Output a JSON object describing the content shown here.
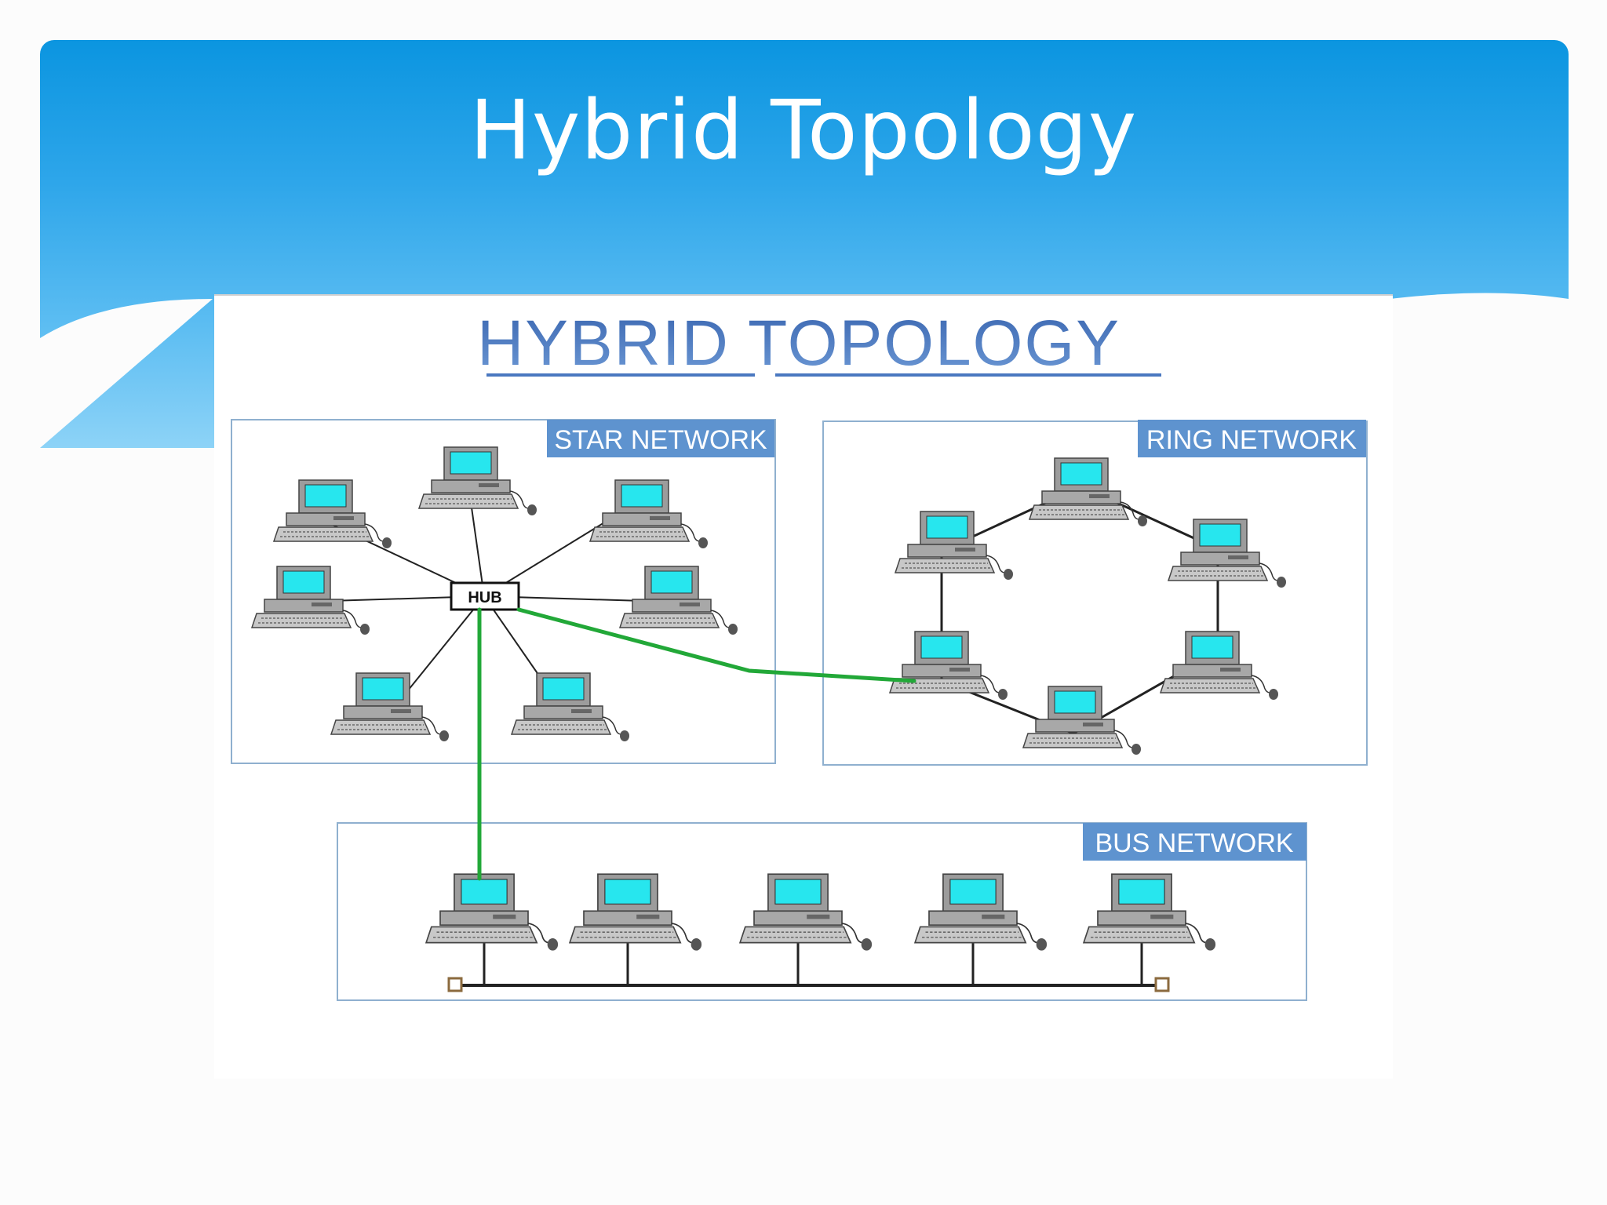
{
  "slide": {
    "title": "Hybrid Topology"
  },
  "diagram": {
    "heading": "HYBRID TOPOLOGY",
    "star": {
      "label": "STAR NETWORK",
      "hub_label": "HUB"
    },
    "ring": {
      "label": "RING NETWORK"
    },
    "bus": {
      "label": "BUS NETWORK"
    }
  },
  "colors": {
    "header_top": "#0b95e0",
    "header_bottom": "#8dd3f7",
    "screen": "#27e6ee",
    "link_green": "#22a838",
    "label_bg": "#5e93cf",
    "heading_text": "#2f5fa8"
  }
}
